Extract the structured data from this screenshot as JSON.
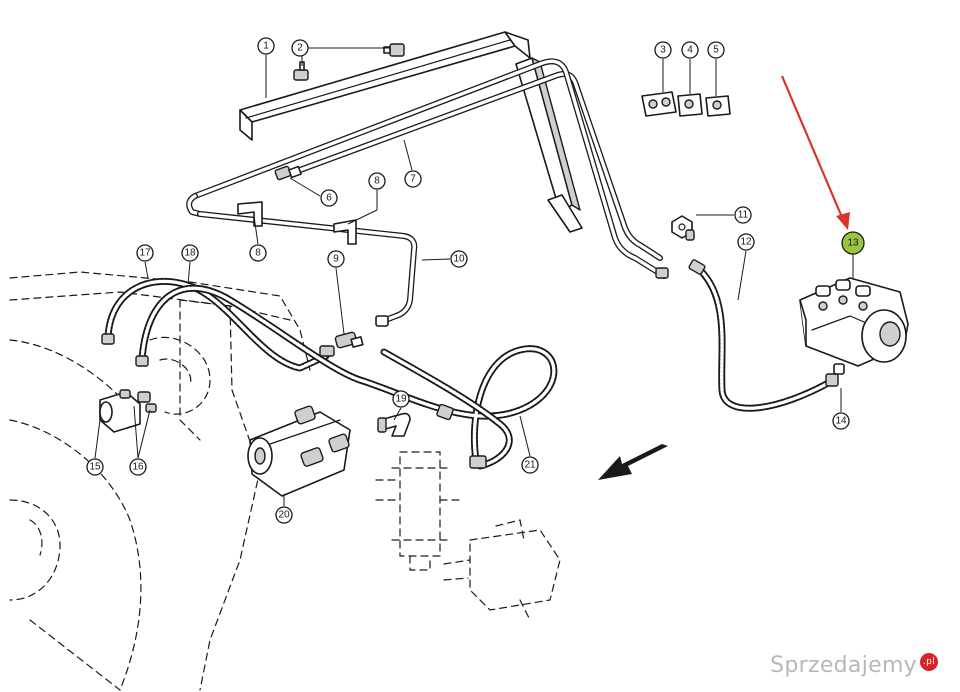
{
  "callouts": {
    "c1": "1",
    "c2": "2",
    "c3": "3",
    "c4": "4",
    "c5": "5",
    "c6": "6",
    "c7": "7",
    "c8a": "8",
    "c8b": "8",
    "c9": "9",
    "c10": "10",
    "c11": "11",
    "c12": "12",
    "c13": "13",
    "c14": "14",
    "c15": "15",
    "c16": "16",
    "c17": "17",
    "c18": "18",
    "c19": "19",
    "c20": "20",
    "c21": "21"
  },
  "highlight": {
    "callout": "13",
    "color": "#9bc53d",
    "arrow_color": "#d9342b"
  },
  "watermark": {
    "text": "Sprzedajemy",
    "tld": ".pl"
  }
}
